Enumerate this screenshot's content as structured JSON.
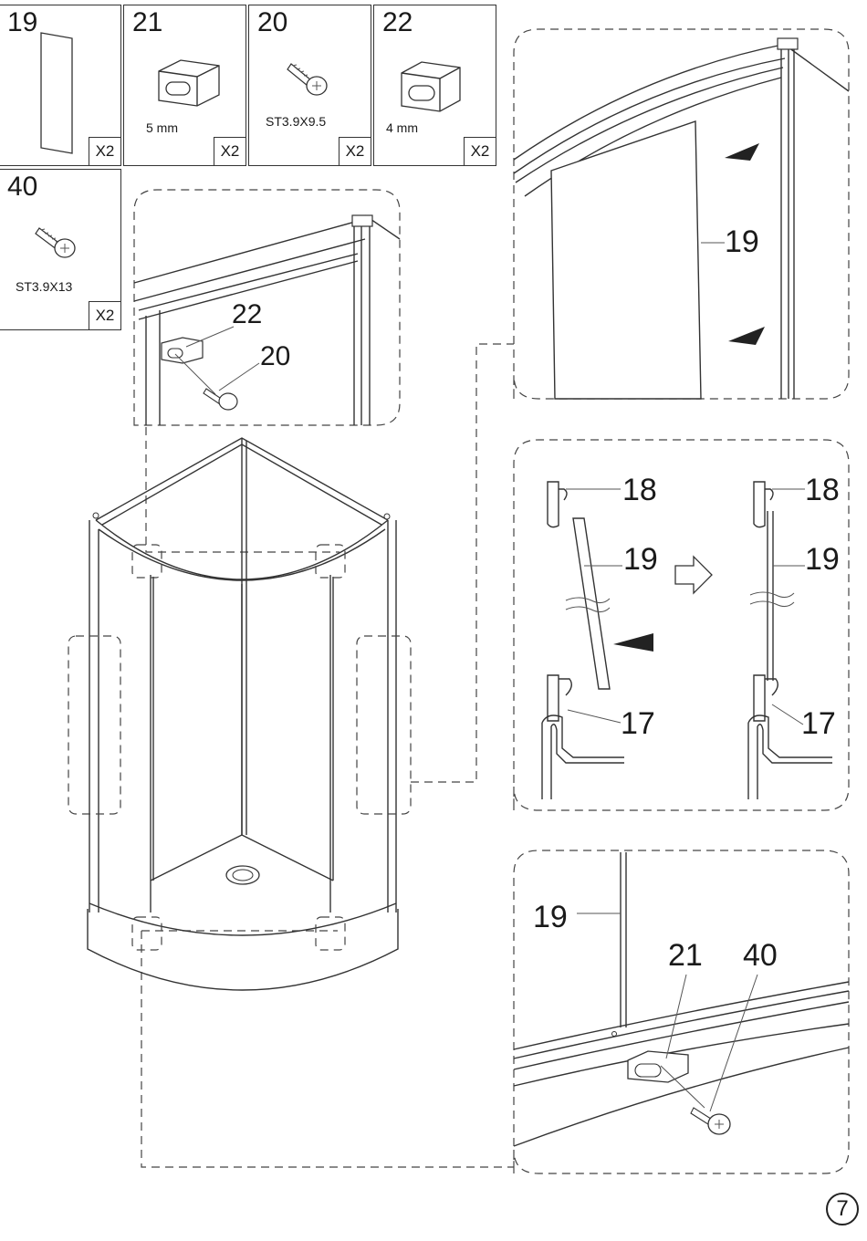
{
  "parts": [
    {
      "number": "19",
      "qty": "X2",
      "spec": ""
    },
    {
      "number": "21",
      "qty": "X2",
      "spec": "5 mm"
    },
    {
      "number": "20",
      "qty": "X2",
      "spec": "ST3.9X9.5"
    },
    {
      "number": "22",
      "qty": "X2",
      "spec": "4 mm"
    },
    {
      "number": "40",
      "qty": "X2",
      "spec": "ST3.9X13"
    }
  ],
  "callouts": {
    "top_left_22": "22",
    "top_left_20": "20",
    "top_right_19": "19",
    "mid_left_18": "18",
    "mid_left_19": "19",
    "mid_left_17": "17",
    "mid_right_18": "18",
    "mid_right_19": "19",
    "mid_right_17": "17",
    "bottom_19": "19",
    "bottom_21": "21",
    "bottom_40": "40"
  },
  "page_number": "7"
}
